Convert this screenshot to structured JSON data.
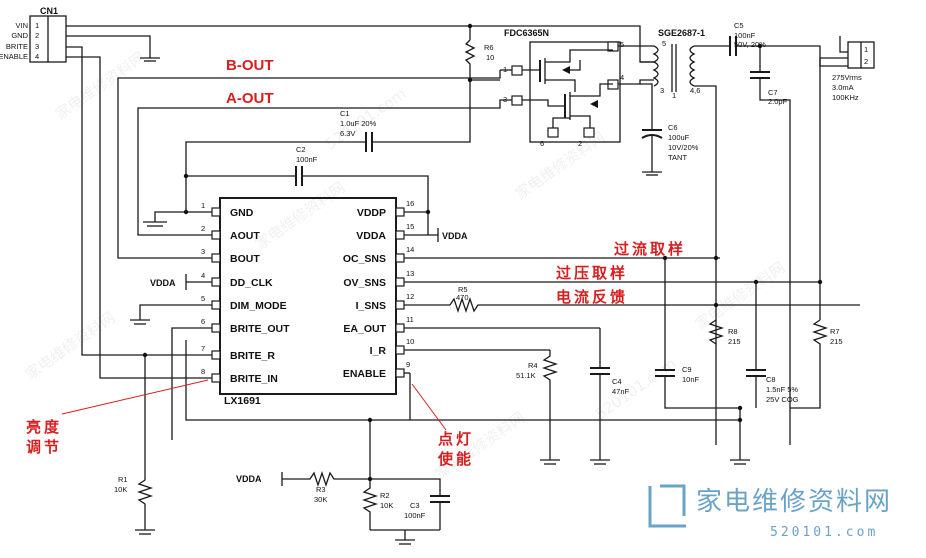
{
  "connector_cn1": {
    "ref": "CN1",
    "pins": [
      {
        "num": "1",
        "name": "VIN"
      },
      {
        "num": "2",
        "name": "GND"
      },
      {
        "num": "3",
        "name": "BRITE"
      },
      {
        "num": "4",
        "name": "ENABLE"
      }
    ]
  },
  "output_connector": {
    "pins": [
      "1",
      "2"
    ],
    "spec": [
      "275Vrms",
      "3.0mA",
      "100KHz"
    ]
  },
  "ic": {
    "ref": "LX1691",
    "left_pins": [
      {
        "num": "1",
        "name": "GND"
      },
      {
        "num": "2",
        "name": "AOUT"
      },
      {
        "num": "3",
        "name": "BOUT"
      },
      {
        "num": "4",
        "name": "DD_CLK"
      },
      {
        "num": "5",
        "name": "DIM_MODE"
      },
      {
        "num": "6",
        "name": "BRITE_OUT"
      },
      {
        "num": "7",
        "name": "BRITE_R"
      },
      {
        "num": "8",
        "name": "BRITE_IN"
      }
    ],
    "right_pins": [
      {
        "num": "16",
        "name": "VDDP"
      },
      {
        "num": "15",
        "name": "VDDA"
      },
      {
        "num": "14",
        "name": "OC_SNS"
      },
      {
        "num": "13",
        "name": "OV_SNS"
      },
      {
        "num": "12",
        "name": "I_SNS"
      },
      {
        "num": "11",
        "name": "EA_OUT"
      },
      {
        "num": "10",
        "name": "I_R"
      },
      {
        "num": "9",
        "name": "ENABLE"
      }
    ]
  },
  "components": {
    "R6": {
      "ref": "R6",
      "value": "10"
    },
    "mosfet": {
      "ref": "FDC6365N",
      "pins": [
        "1",
        "2",
        "3",
        "4",
        "5",
        "6"
      ]
    },
    "transformer": {
      "ref": "SGE2687-1",
      "pins": [
        "3",
        "5",
        "1",
        "4,6"
      ]
    },
    "C5": {
      "ref": "C5",
      "value": "100nF",
      "rating": "50V, 20%"
    },
    "C7": {
      "ref": "C7",
      "value": "2.0pF"
    },
    "C6": {
      "ref": "C6",
      "value": "100uF",
      "rating": "10V/20%",
      "type": "TANT"
    },
    "C1": {
      "ref": "C1",
      "value": "1.0uF 20%",
      "rating": "6.3V"
    },
    "C2": {
      "ref": "C2",
      "value": "100nF"
    },
    "R5": {
      "ref": "R5",
      "value": "470"
    },
    "R4": {
      "ref": "R4",
      "value": "51.1K"
    },
    "C4": {
      "ref": "C4",
      "value": "47nF"
    },
    "C9": {
      "ref": "C9",
      "value": "10nF"
    },
    "R8": {
      "ref": "R8",
      "value": "215"
    },
    "C8": {
      "ref": "C8",
      "value": "1.5nF 5%",
      "rating": "25V COG"
    },
    "R7": {
      "ref": "R7",
      "value": "215"
    },
    "R1": {
      "ref": "R1",
      "value": "10K"
    },
    "R3": {
      "ref": "R3",
      "value": "30K"
    },
    "R2": {
      "ref": "R2",
      "value": "10K"
    },
    "C3": {
      "ref": "C3",
      "value": "100nF"
    }
  },
  "net_labels": {
    "vdda_left": "VDDA",
    "vdda_right": "VDDA",
    "vdda_bottom": "VDDA"
  },
  "annotations": {
    "b_out": "B-OUT",
    "a_out": "A-OUT",
    "overcurrent": "过流取样",
    "overvoltage": "过压取样",
    "current_feedback": "电流反馈",
    "brightness": [
      "亮度",
      "调节"
    ],
    "enable": [
      "点灯",
      "使能"
    ]
  },
  "watermark": {
    "brand": "家电维修资料网",
    "url": "520101.com"
  },
  "colors": {
    "annotation": "#d81e1e",
    "wire": "#1a1a1a",
    "watermark": "#6aa3c8"
  }
}
